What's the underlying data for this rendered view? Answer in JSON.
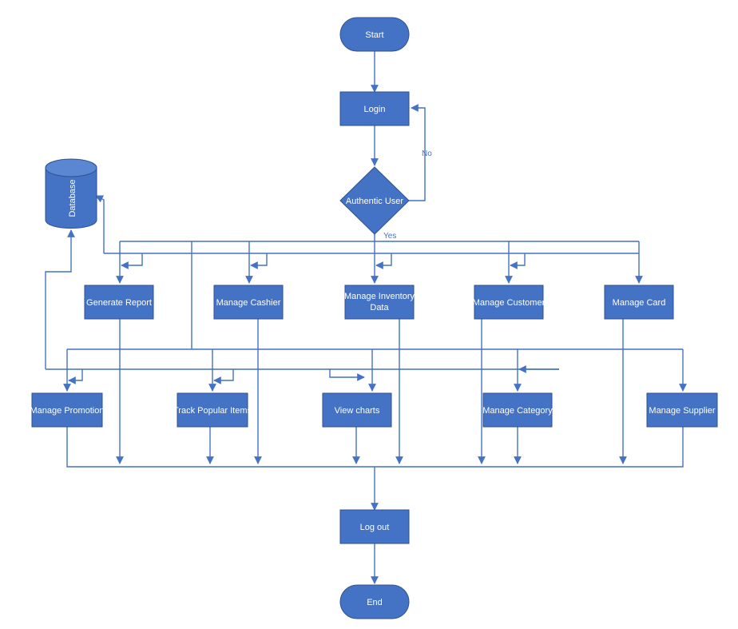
{
  "diagram": {
    "start": "Start",
    "login": "Login",
    "decision": "Authentic User",
    "no_label": "No",
    "yes_label": "Yes",
    "database": "Database",
    "row1": [
      "Generate Report",
      "Manage Cashier",
      [
        "Manage Inventory",
        "Data"
      ],
      "Manage Customer",
      "Manage Card"
    ],
    "row2": [
      "Manage Promotion",
      "Track Popular Items",
      "View charts",
      "Manage Category",
      "Manage Supplier"
    ],
    "logout": "Log out",
    "end": "End"
  },
  "colors": {
    "fill": "#4472c4",
    "border": "#2f528f",
    "text": "#ffffff",
    "line": "#4472c4"
  }
}
